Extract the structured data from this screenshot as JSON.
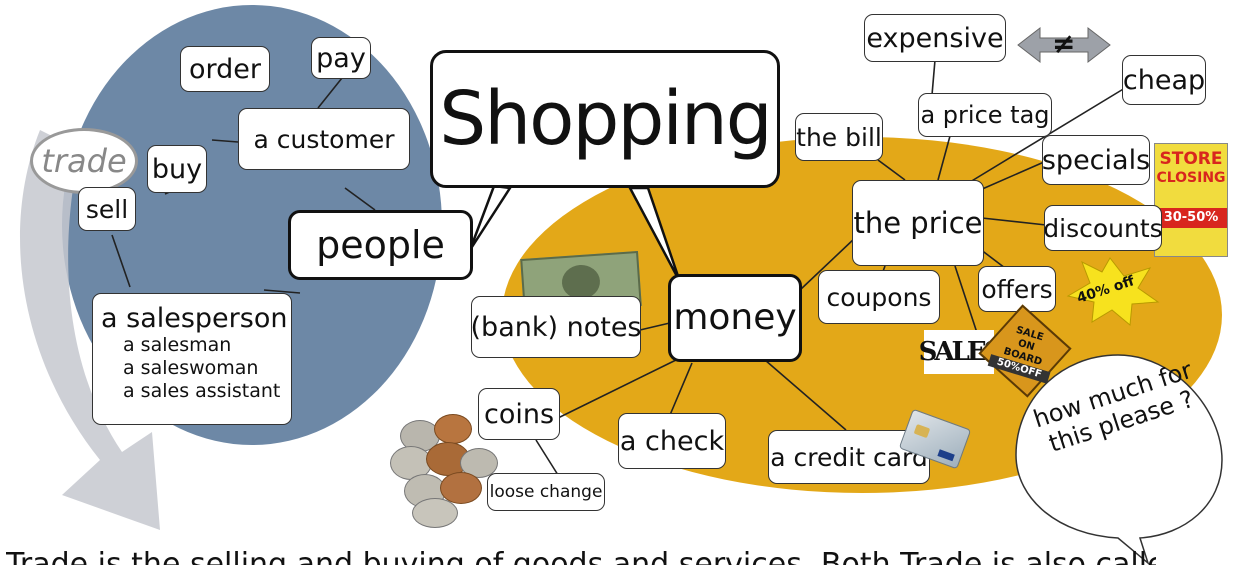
{
  "title": "Shopping",
  "hub_people": "people",
  "hub_money": "money",
  "hub_price": "the price",
  "people": {
    "trade": "trade",
    "sell": "sell",
    "buy": "buy",
    "order": "order",
    "pay": "pay",
    "customer": "a customer",
    "salesperson": {
      "main": "a salesperson",
      "subs": [
        "a salesman",
        "a saleswoman",
        "a sales assistant"
      ]
    }
  },
  "money": {
    "bank_notes": "(bank) notes",
    "coins": "coins",
    "loose_change": "loose change",
    "check": "a check",
    "credit_card": "a credit card"
  },
  "price": {
    "bill": "the bill",
    "price_tag": "a price tag",
    "expensive": "expensive",
    "not_equal": "≠",
    "cheap": "cheap",
    "specials": "specials",
    "discounts": "discounts",
    "offers": "offers",
    "coupons": "coupons"
  },
  "stickers": {
    "store_closing": [
      "STORE",
      "CLOSING",
      "30-50%"
    ],
    "forty_off": "40% off",
    "sales": "SALES",
    "sale_on_board": [
      "SALE",
      "ON",
      "BOARD",
      "50%OFF"
    ]
  },
  "speech": "how much for this please ?",
  "caption": "Trade is the selling and buying of goods and services. Both Trade is also called commerce.",
  "colors": {
    "people_blob": "#6d88a6",
    "money_blob": "#e3a818",
    "arrow": "#c5c8cf",
    "star": "#f7e21e",
    "sticker_red": "#d8261e"
  },
  "icons": {
    "banknote": "banknote-icon",
    "coins": "coin-pile-icon",
    "card": "credit-card-icon"
  }
}
